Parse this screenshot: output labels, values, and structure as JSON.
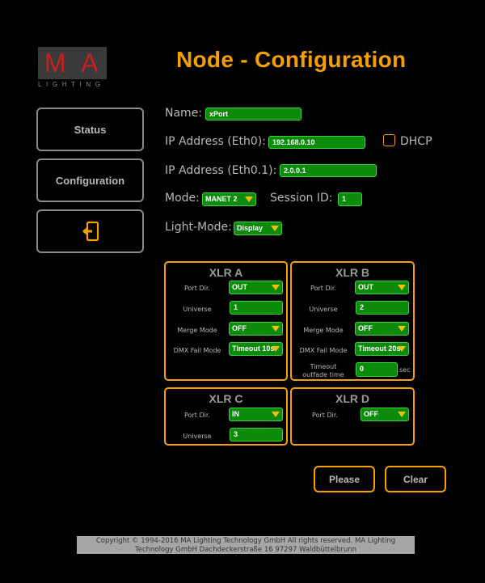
{
  "logo": {
    "letters": [
      "M",
      "A"
    ],
    "subtitle": "LIGHTING"
  },
  "page_title": "Node - Configuration",
  "nav": {
    "status": "Status",
    "configuration": "Configuration",
    "logout_icon": "logout-icon"
  },
  "form": {
    "name_label": "Name:",
    "name_value": "xPort",
    "ip0_label": "IP Address (Eth0):",
    "ip0_value": "192.168.0.10",
    "dhcp_label": "DHCP",
    "ip01_label": "IP Address (Eth0.1):",
    "ip01_value": "2.0.0.1",
    "mode_label": "Mode:",
    "mode_value": "MANET 2",
    "session_label": "Session ID:",
    "session_value": "1",
    "light_mode_label": "Light-Mode:",
    "light_mode_value": "Display"
  },
  "xlr_a": {
    "title": "XLR A",
    "port_dir_label": "Port Dir.",
    "port_dir_value": "OUT",
    "universe_label": "Universe",
    "universe_value": "1",
    "merge_label": "Merge Mode",
    "merge_value": "OFF",
    "dmx_fail_label": "DMX Fail Mode",
    "dmx_fail_value": "Timeout 10s"
  },
  "xlr_b": {
    "title": "XLR B",
    "port_dir_label": "Port Dir.",
    "port_dir_value": "OUT",
    "universe_label": "Universe",
    "universe_value": "2",
    "merge_label": "Merge Mode",
    "merge_value": "OFF",
    "dmx_fail_label": "DMX Fail Mode",
    "dmx_fail_value": "Timeout 20s",
    "timeout_label_1": "Timeout",
    "timeout_label_2": "outfade time",
    "timeout_value": "0",
    "timeout_unit": "sec"
  },
  "xlr_c": {
    "title": "XLR C",
    "port_dir_label": "Port Dir.",
    "port_dir_value": "IN",
    "universe_label": "Universe",
    "universe_value": "3"
  },
  "xlr_d": {
    "title": "XLR D",
    "port_dir_label": "Port Dir.",
    "port_dir_value": "OFF"
  },
  "actions": {
    "please": "Please",
    "clear": "Clear"
  },
  "footer": {
    "line1": "Copyright © 1994-2016 MA Lighting Technology GmbH All rights reserved. MA Lighting",
    "line2": "Technology GmbH Dachdeckerstraße 16 97297 Waldbüttelbrunn"
  },
  "colors": {
    "accent": "#f5a000",
    "field_green": "#0b8a0b",
    "logo_red": "#c81e1e"
  }
}
